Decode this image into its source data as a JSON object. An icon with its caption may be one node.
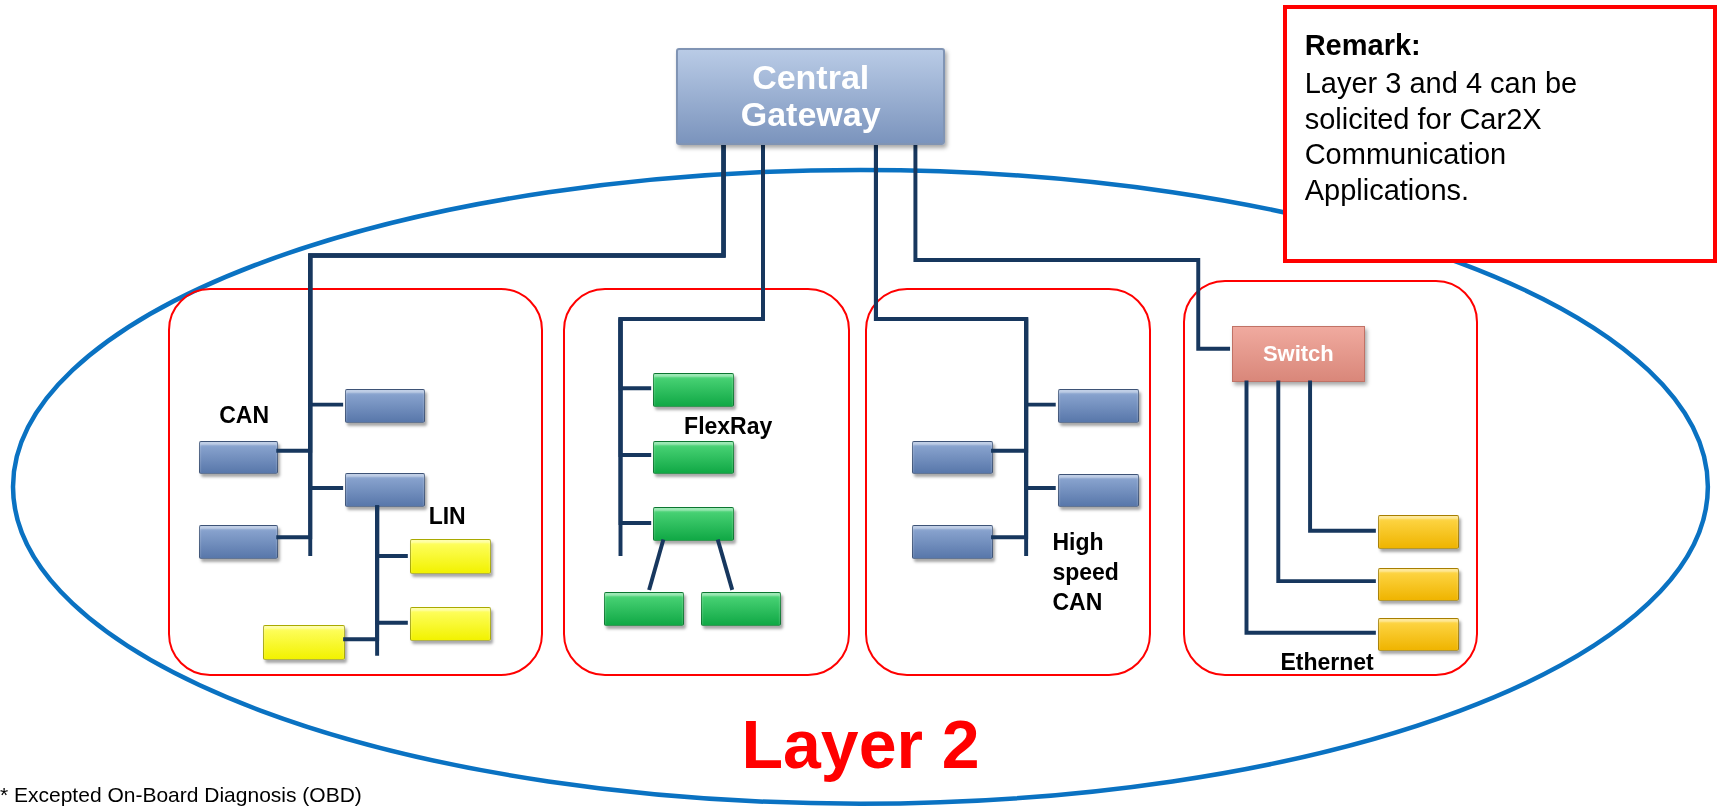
{
  "diagram": {
    "nodes": [
      {
        "text": [
          "Central Gateway"
        ]
      },
      {
        "text": [
          "Remark:",
          "Layer 3 and 4 can be solicited for Car2X Communication Applications."
        ]
      },
      {
        "text": [
          "Layer 2"
        ]
      },
      {
        "text": [],
        "shape": "box",
        "in": 2
      },
      {
        "text": [],
        "shape": "box",
        "in": 2
      },
      {
        "text": [],
        "shape": "box",
        "in": 2
      },
      {
        "text": [],
        "shape": "box",
        "in": 2
      },
      {
        "text": [],
        "shape": "box",
        "in": 3
      },
      {
        "text": [],
        "shape": "box",
        "in": 3
      },
      {
        "text": [],
        "shape": "box",
        "in": 3
      },
      {
        "text": [],
        "shape": "box",
        "in": 3
      },
      {
        "text": [],
        "shape": "box",
        "in": 3
      },
      {
        "text": [],
        "shape": "box",
        "in": 3
      },
      {
        "text": [],
        "shape": "box",
        "in": 3
      },
      {
        "text": [],
        "shape": "box",
        "in": 4
      },
      {
        "text": [],
        "shape": "box",
        "in": 4
      },
      {
        "text": [],
        "shape": "box",
        "in": 4
      },
      {
        "text": [],
        "shape": "box",
        "in": 4
      },
      {
        "text": [],
        "shape": "box",
        "in": 4
      },
      {
        "text": [],
        "shape": "box",
        "in": 5
      },
      {
        "text": [],
        "shape": "box",
        "in": 5
      },
      {
        "text": [],
        "shape": "box",
        "in": 5
      },
      {
        "text": [],
        "shape": "box",
        "in": 5
      },
      {
        "text": [
          "Switch"
        ],
        "in": 6
      },
      {
        "text": [],
        "shape": "box",
        "in": 6
      },
      {
        "text": [],
        "shape": "box",
        "in": 6
      },
      {
        "text": [],
        "shape": "box",
        "in": 6
      }
    ],
    "edges": [
      {
        "from": 0,
        "to": 7,
        "arrow": "none"
      },
      {
        "from": 0,
        "to": 8,
        "arrow": "none"
      },
      {
        "from": 0,
        "to": 9,
        "arrow": "none"
      },
      {
        "from": 0,
        "to": 10,
        "arrow": "none"
      },
      {
        "from": 9,
        "to": 11,
        "arrow": "none"
      },
      {
        "from": 9,
        "to": 12,
        "arrow": "none"
      },
      {
        "from": 9,
        "to": 13,
        "arrow": "none"
      },
      {
        "from": 0,
        "to": 14,
        "arrow": "none"
      },
      {
        "from": 0,
        "to": 15,
        "arrow": "none"
      },
      {
        "from": 0,
        "to": 16,
        "arrow": "none"
      },
      {
        "from": 16,
        "to": 17,
        "arrow": "none"
      },
      {
        "from": 16,
        "to": 18,
        "arrow": "none"
      },
      {
        "from": 0,
        "to": 19,
        "arrow": "none"
      },
      {
        "from": 0,
        "to": 20,
        "arrow": "none"
      },
      {
        "from": 0,
        "to": 21,
        "arrow": "none"
      },
      {
        "from": 0,
        "to": 22,
        "arrow": "none"
      },
      {
        "from": 0,
        "to": 23,
        "arrow": "none"
      },
      {
        "from": 23,
        "to": 24,
        "arrow": "none"
      },
      {
        "from": 23,
        "to": 25,
        "arrow": "none"
      },
      {
        "from": 23,
        "to": 26,
        "arrow": "none"
      }
    ],
    "labels": [
      "CAN",
      "FlexRay",
      "LIN",
      "High speed CAN",
      "Ethernet",
      "* Excepted On-Board Diagnosis  (OBD)"
    ]
  }
}
